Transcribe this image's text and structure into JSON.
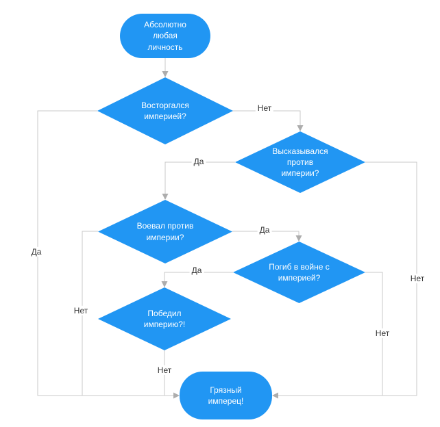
{
  "diagram": {
    "title": "Flowchart: any person vs the empire",
    "colors": {
      "node_fill": "#2196F3",
      "node_text": "#ffffff",
      "edge_line": "#c9c9c9",
      "arrowhead": "#adadad",
      "edge_label_text": "#333333",
      "background": "#ffffff"
    },
    "nodes": [
      {
        "id": "start",
        "type": "terminator",
        "label": "Абсолютно\nлюбая\nличность"
      },
      {
        "id": "q1",
        "type": "decision",
        "label": "Восторгался\nимперией?"
      },
      {
        "id": "q2",
        "type": "decision",
        "label": "Высказывался\nпротив\nимперии?"
      },
      {
        "id": "q3",
        "type": "decision",
        "label": "Воевал против\nимперии?"
      },
      {
        "id": "q4",
        "type": "decision",
        "label": "Погиб в войне с\nимперией?"
      },
      {
        "id": "q5",
        "type": "decision",
        "label": "Победил\nимперию?!"
      },
      {
        "id": "end",
        "type": "terminator",
        "label": "Грязный\nимперец!"
      }
    ],
    "edges": [
      {
        "from": "start",
        "to": "q1",
        "label": ""
      },
      {
        "from": "q1",
        "to": "q2",
        "label": "Нет"
      },
      {
        "from": "q1",
        "to": "end",
        "label": "Да"
      },
      {
        "from": "q2",
        "to": "q3",
        "label": "Да"
      },
      {
        "from": "q2",
        "to": "end",
        "label": "Нет"
      },
      {
        "from": "q3",
        "to": "q4",
        "label": "Да"
      },
      {
        "from": "q3",
        "to": "end",
        "label": "Нет"
      },
      {
        "from": "q4",
        "to": "q5",
        "label": "Да"
      },
      {
        "from": "q4",
        "to": "end",
        "label": "Нет"
      },
      {
        "from": "q5",
        "to": "end",
        "label": "Нет"
      }
    ],
    "edge_labels": {
      "q1_no": "Нет",
      "q1_yes": "Да",
      "q2_yes": "Да",
      "q2_no": "Нет",
      "q3_yes": "Да",
      "q3_no": "Нет",
      "q4_yes": "Да",
      "q4_no": "Нет",
      "q5_no": "Нет"
    }
  }
}
